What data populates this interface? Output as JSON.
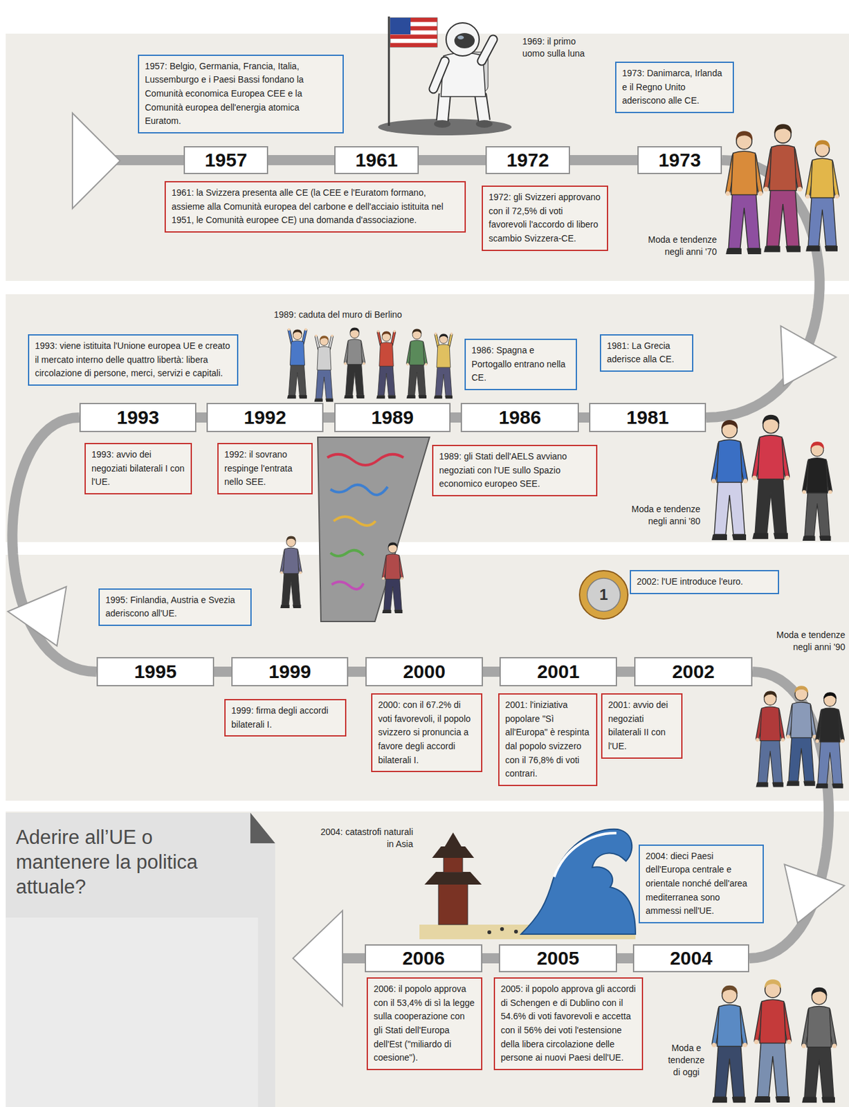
{
  "diagram": {
    "nodes": [
      {
        "text": [
          "1957: Belgio, Germania, Francia, Italia, Lussemburgo e i Paesi Bassi fondano la Comunità economica Europea CEE e la Comunità europea dell'energia atomica Euratom."
        ]
      },
      {
        "text": [
          "1973: Danimarca, Irlanda e il Regno Unito aderiscono alle CE."
        ]
      },
      {
        "text": [
          "1957"
        ]
      },
      {
        "text": [
          "1961"
        ]
      },
      {
        "text": [
          "1972"
        ]
      },
      {
        "text": [
          "1973"
        ]
      },
      {
        "text": [
          "1961: la Svizzera presenta alle CE (la CEE e l'Euratom formano, assieme alla Comunità europea del carbone e dell'acciaio istituita nel 1951, le Comunità europee CE) una domanda d'associazione."
        ]
      },
      {
        "text": [
          "1972: gli Svizzeri approvano con il 72,5% di voti favorevoli l'accordo di libero scambio Svizzera-CE."
        ]
      },
      {
        "text": [
          "1993: viene istituita l'Unione europea UE e creato il mercato interno delle quattro libertà: libera circolazione di persone, merci, servizi e capitali."
        ]
      },
      {
        "text": [
          "1986: Spagna e Portogallo entrano nella CE."
        ]
      },
      {
        "text": [
          "1981: La Grecia aderisce alla CE."
        ]
      },
      {
        "text": [
          "1993"
        ]
      },
      {
        "text": [
          "1992"
        ]
      },
      {
        "text": [
          "1989"
        ]
      },
      {
        "text": [
          "1986"
        ]
      },
      {
        "text": [
          "1981"
        ]
      },
      {
        "text": [
          "1993: avvio dei negoziati bilaterali I con l'UE."
        ]
      },
      {
        "text": [
          "1992: il sovrano respinge l'entrata nello SEE."
        ]
      },
      {
        "text": [
          "1989: gli Stati dell'AELS avviano negoziati con l'UE sullo Spazio economico europeo SEE."
        ]
      },
      {
        "text": [
          "1995: Finlandia, Austria e Svezia aderiscono all'UE."
        ]
      },
      {
        "text": [
          "2002: l'UE introduce l'euro."
        ]
      },
      {
        "text": [
          "1995"
        ]
      },
      {
        "text": [
          "1999"
        ]
      },
      {
        "text": [
          "2000"
        ]
      },
      {
        "text": [
          "2001"
        ]
      },
      {
        "text": [
          "2002"
        ]
      },
      {
        "text": [
          "1999: firma degli accordi bilaterali I."
        ]
      },
      {
        "text": [
          "2000: con il 67.2% di voti favorevoli, il popolo svizzero si pronuncia a favore degli accordi bilaterali I."
        ]
      },
      {
        "text": [
          "2001: l'iniziativa popolare \"Sì all'Europa\" è respinta dal popolo svizzero con il 76,8% di voti contrari."
        ]
      },
      {
        "text": [
          "2001: avvio dei negoziati bilaterali II con l'UE."
        ]
      },
      {
        "text": [
          "Aderire all’UE o mantenere la politica attuale?"
        ]
      },
      {
        "text": [
          "2004: dieci Paesi dell'Europa centrale e orientale nonché dell'area mediterranea sono ammessi nell'UE."
        ]
      },
      {
        "text": [
          "2006"
        ]
      },
      {
        "text": [
          "2005"
        ]
      },
      {
        "text": [
          "2004"
        ]
      },
      {
        "text": [
          "2006: il popolo approva con il 53,4% di sì la legge sulla cooperazione con gli Stati dell'Europa dell'Est (\"miliardo di coesione\")."
        ]
      },
      {
        "text": [
          "2005: il popolo approva gli accordi di Schengen e di Dublino con il 54.6% di voti favorevoli e accetta con il 56% dei voti l'estensione della libera circolazione delle persone ai nuovi Paesi dell'UE."
        ]
      }
    ],
    "edges": [
      {
        "from": 2,
        "to": 3,
        "arrow": "none"
      },
      {
        "from": 3,
        "to": 4,
        "arrow": "none"
      },
      {
        "from": 4,
        "to": 5,
        "arrow": "none"
      },
      {
        "from": 5,
        "to": 15,
        "arrow": "none"
      },
      {
        "from": 15,
        "to": 14,
        "arrow": "none"
      },
      {
        "from": 14,
        "to": 13,
        "arrow": "none"
      },
      {
        "from": 13,
        "to": 12,
        "arrow": "none"
      },
      {
        "from": 12,
        "to": 11,
        "arrow": "none"
      },
      {
        "from": 11,
        "to": 21,
        "arrow": "none"
      },
      {
        "from": 21,
        "to": 22,
        "arrow": "none"
      },
      {
        "from": 22,
        "to": 23,
        "arrow": "none"
      },
      {
        "from": 23,
        "to": 24,
        "arrow": "none"
      },
      {
        "from": 24,
        "to": 25,
        "arrow": "none"
      },
      {
        "from": 25,
        "to": 34,
        "arrow": "none"
      },
      {
        "from": 34,
        "to": 33,
        "arrow": "none"
      },
      {
        "from": 33,
        "to": 32,
        "arrow": "none"
      }
    ],
    "labels": [
      "1969: il primo uomo sulla luna",
      "Moda e tendenze negli anni '70",
      "1989: caduta del muro di Berlino",
      "Moda e tendenze negli anni '80",
      "1",
      "Moda e tendenze negli anni '90",
      "2004: catastrofi naturali in Asia",
      "Moda e tendenze di oggi"
    ]
  }
}
